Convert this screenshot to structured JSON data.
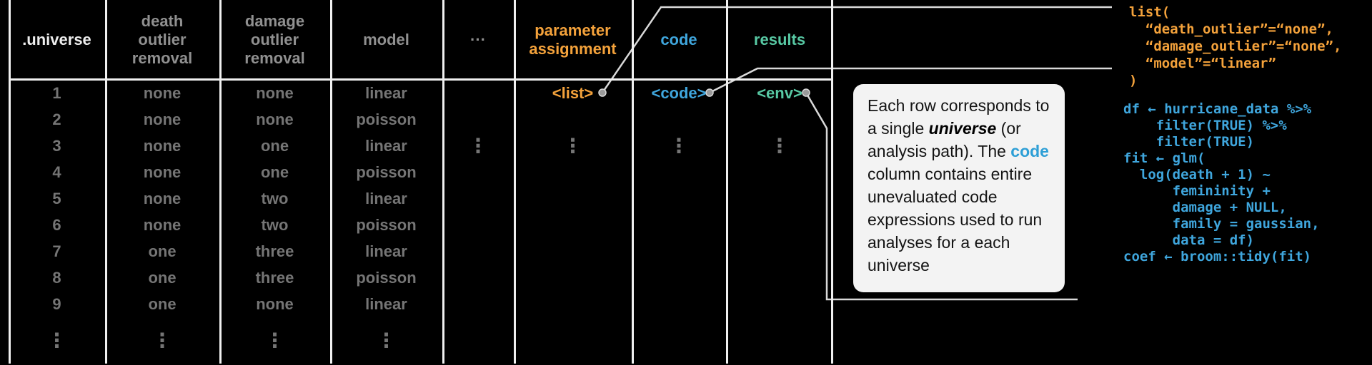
{
  "colors": {
    "background": "#000000",
    "table_lines": "#F0F0F0",
    "gray_text": "#909090",
    "orange": "#F4A23B",
    "blue": "#3FA6DD",
    "green": "#58C9A4",
    "callout_bg": "#F3F3F3"
  },
  "table": {
    "headers": [
      {
        "id": "universe",
        "label": ".universe"
      },
      {
        "id": "death_outlier_removal",
        "label": "death\noutlier\nremoval"
      },
      {
        "id": "damage_outlier_removal",
        "label": "damage\noutlier\nremoval"
      },
      {
        "id": "model",
        "label": "model"
      },
      {
        "id": "more_columns",
        "label": "···"
      },
      {
        "id": "parameter_assignment",
        "label": "parameter\nassignment"
      },
      {
        "id": "code",
        "label": "code"
      },
      {
        "id": "results",
        "label": "results"
      }
    ],
    "rows": [
      {
        "n": "1",
        "death": "none",
        "damage": "none",
        "model": "linear"
      },
      {
        "n": "2",
        "death": "none",
        "damage": "none",
        "model": "poisson"
      },
      {
        "n": "3",
        "death": "none",
        "damage": "one",
        "model": "linear"
      },
      {
        "n": "4",
        "death": "none",
        "damage": "one",
        "model": "poisson"
      },
      {
        "n": "5",
        "death": "none",
        "damage": "two",
        "model": "linear"
      },
      {
        "n": "6",
        "death": "none",
        "damage": "two",
        "model": "poisson"
      },
      {
        "n": "7",
        "death": "one",
        "damage": "three",
        "model": "linear"
      },
      {
        "n": "8",
        "death": "one",
        "damage": "three",
        "model": "poisson"
      },
      {
        "n": "9",
        "death": "one",
        "damage": "none",
        "model": "linear"
      }
    ],
    "row1_tags": {
      "parameter_assignment": "<list>",
      "code": "<code>",
      "results": "<env>"
    },
    "ellipsis_vertical": "⋮"
  },
  "callout": {
    "seg1": "Each row corresponds to a single ",
    "seg2_emph": "universe",
    "seg3": " (or analysis path). The ",
    "seg4_code": "code",
    "seg5": " column contains entire unevaluated code expressions used to run analyses for a each universe"
  },
  "code_blocks": {
    "parameter_list": "list(\n  “death_outlier”=“none”,\n  “damage_outlier”=“none”,\n  “model”=“linear”\n)",
    "r_code": "df ← hurricane_data %>%\n    filter(TRUE) %>%\n    filter(TRUE)\nfit ← glm(\n  log(death + 1) ~\n      femininity +\n      damage + NULL,\n      family = gaussian,\n      data = df)\ncoef ← broom::tidy(fit)"
  }
}
